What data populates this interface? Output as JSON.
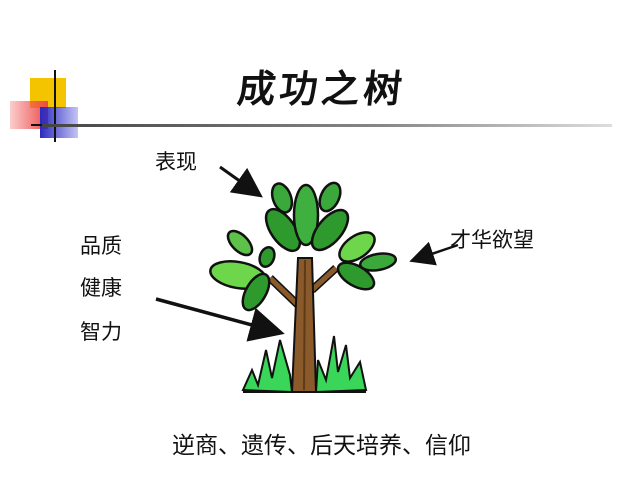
{
  "slide": {
    "title": "成功之树",
    "labels": {
      "top": "表现",
      "left": [
        "品质",
        "健康",
        "智力"
      ],
      "right": "才华欲望"
    },
    "bottom": "逆商、遗传、后天培养、信仰"
  },
  "colors": {
    "deco_yellow": "#f5c400",
    "deco_red": "#f06060",
    "deco_blue": "#3030c8",
    "leaf_dark": "#2e9a2e",
    "leaf_light": "#6ed64a",
    "trunk": "#8b5a2b",
    "grass": "#39d65a"
  }
}
